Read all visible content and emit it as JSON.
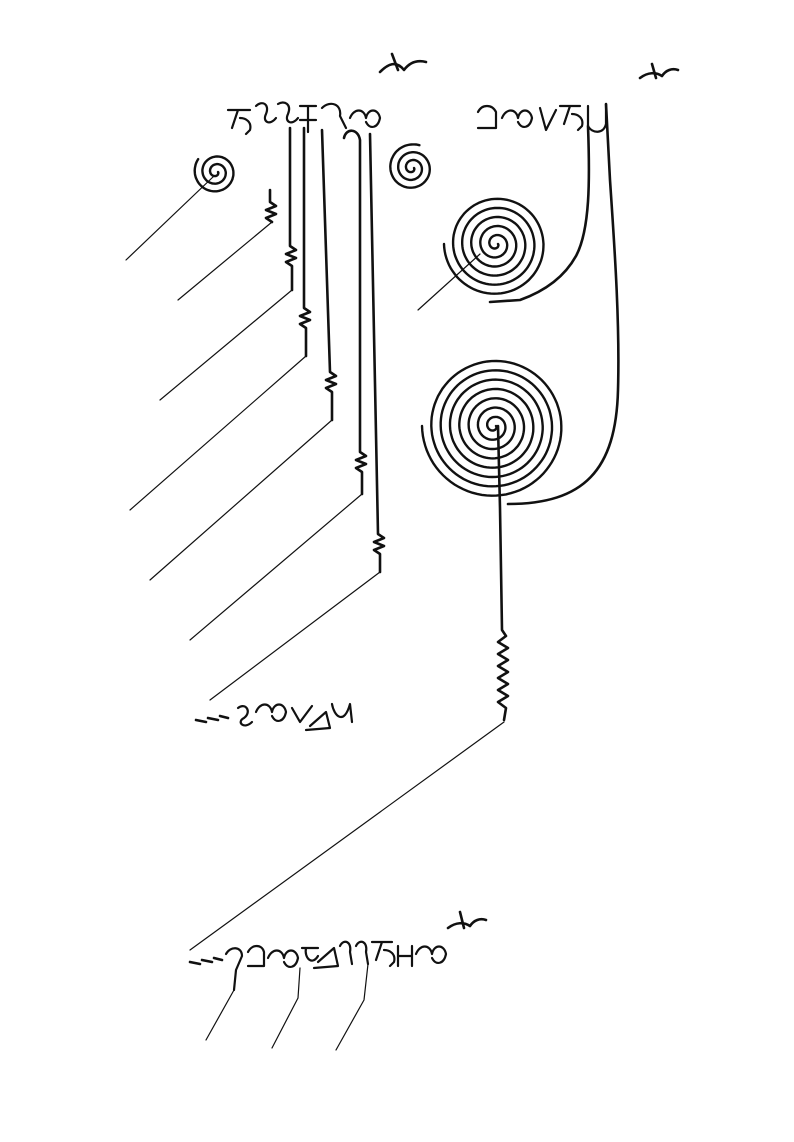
{
  "artwork": {
    "kind": "calligraphic drawing",
    "ink_color": "#111111",
    "paper_color": "#ffffff",
    "motifs": [
      "spiral-icon",
      "bird-icon",
      "stepped-descender",
      "diagonal-stroke"
    ]
  }
}
